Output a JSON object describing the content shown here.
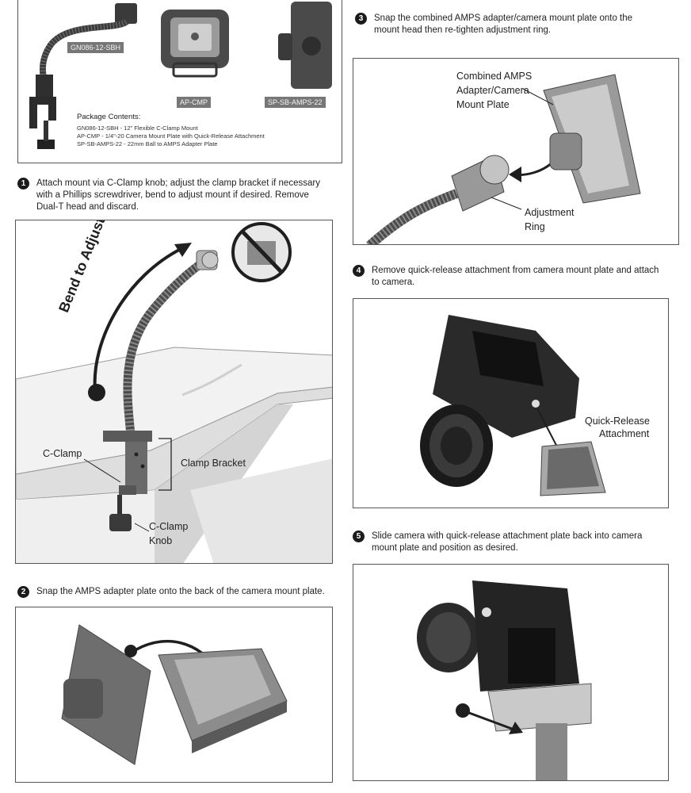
{
  "package": {
    "tags": {
      "gn": "GN086-12-SBH",
      "ap": "AP-CMP",
      "sp": "SP-SB-AMPS-22"
    },
    "contents_title": "Package Contents:",
    "contents": [
      "GN086-12-SBH - 12\" Flexible C-Clamp Mount",
      "AP-CMP - 1/4\"-20 Camera Mount Plate with Quick-Release Attachment",
      "SP-SB-AMPS-22 - 22mm Ball to AMPS Adapter Plate"
    ]
  },
  "steps": [
    {
      "number": "1",
      "lines": [
        "Attach mount via C-Clamp knob; adjust the clamp bracket if necessary",
        "with a Phillips screwdriver, bend to adjust mount if desired. Remove",
        "Dual-T head and discard."
      ]
    },
    {
      "number": "2",
      "lines": [
        "Snap the AMPS adapter plate onto the back of the camera mount plate."
      ]
    },
    {
      "number": "3",
      "lines": [
        "Snap the combined AMPS adapter/camera mount plate onto the",
        "mount head then re-tighten adjustment ring."
      ]
    },
    {
      "number": "4",
      "lines": [
        "Remove quick-release attachment from camera mount plate and attach",
        "to camera."
      ]
    },
    {
      "number": "5",
      "lines": [
        "Slide camera with quick-release attachment plate back into camera",
        "mount plate and position as desired."
      ]
    }
  ],
  "callouts": {
    "bend": "Bend to Adjust",
    "c_clamp": "C-Clamp",
    "clamp_bracket": "Clamp Bracket",
    "knob_line1": "C-Clamp",
    "knob_line2": "Knob",
    "combined": [
      "Combined AMPS",
      "Adapter/Camera",
      "Mount Plate"
    ],
    "ring": [
      "Adjustment",
      "Ring"
    ],
    "quick_release": [
      "Quick-Release",
      "Attachment"
    ]
  }
}
